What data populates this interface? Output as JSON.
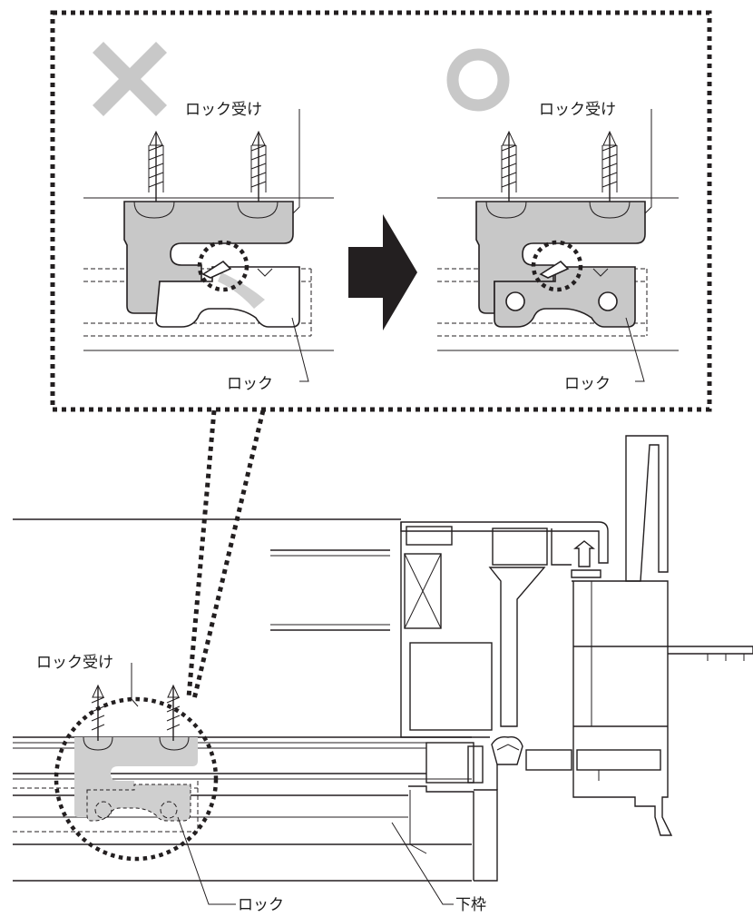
{
  "labels": {
    "lock_receiver": "ロック受け",
    "lock": "ロック",
    "lower_frame": "下枠"
  },
  "marks": {
    "wrong": "cross-mark",
    "correct": "circle-mark"
  },
  "colors": {
    "part_fill": "#c8c8c8",
    "line": "#231f20",
    "arrow": "#231f20"
  }
}
